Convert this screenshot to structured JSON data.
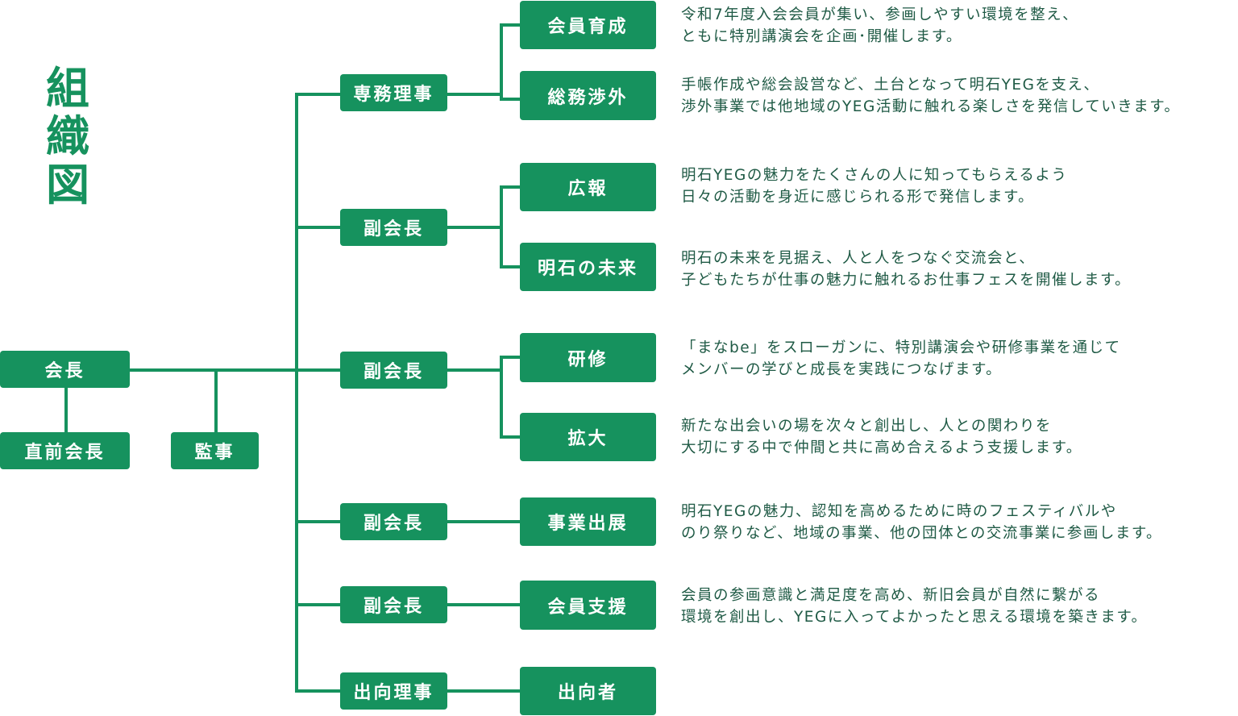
{
  "title": [
    "組",
    "織",
    "図"
  ],
  "top": {
    "president": "会長",
    "past_president": "直前会長",
    "auditor": "監事"
  },
  "branches": [
    {
      "officer": "専務理事",
      "committees": [
        {
          "name": "会員育成",
          "description": [
            "令和7年度入会会員が集い、参画しやすい環境を整え、",
            "ともに特別講演会を企画･開催します。"
          ]
        },
        {
          "name": "総務渉外",
          "description": [
            "手帳作成や総会設営など、土台となって明石YEGを支え、",
            "渉外事業では他地域のYEG活動に触れる楽しさを発信していきます。"
          ]
        }
      ]
    },
    {
      "officer": "副会長",
      "committees": [
        {
          "name": "広報",
          "description": [
            "明石YEGの魅力をたくさんの人に知ってもらえるよう",
            "日々の活動を身近に感じられる形で発信します。"
          ]
        },
        {
          "name": "明石の未来",
          "description": [
            "明石の未来を見据え、人と人をつなぐ交流会と、",
            "子どもたちが仕事の魅力に触れるお仕事フェスを開催します。"
          ]
        }
      ]
    },
    {
      "officer": "副会長",
      "committees": [
        {
          "name": "研修",
          "description": [
            "「まなbe」をスローガンに、特別講演会や研修事業を通じて",
            "メンバーの学びと成長を実践につなげます。"
          ]
        },
        {
          "name": "拡大",
          "description": [
            "新たな出会いの場を次々と創出し、人との関わりを",
            "大切にする中で仲間と共に高め合えるよう支援します。"
          ]
        }
      ]
    },
    {
      "officer": "副会長",
      "committees": [
        {
          "name": "事業出展",
          "description": [
            "明石YEGの魅力、認知を高めるために時のフェスティバルや",
            "のり祭りなど、地域の事業、他の団体との交流事業に参画します。"
          ]
        }
      ]
    },
    {
      "officer": "副会長",
      "committees": [
        {
          "name": "会員支援",
          "description": [
            "会員の参画意識と満足度を高め、新旧会員が自然に繋がる",
            "環境を創出し、YEGに入ってよかったと思える環境を築きます。"
          ]
        }
      ]
    },
    {
      "officer": "出向理事",
      "committees": [
        {
          "name": "出向者",
          "description": []
        }
      ]
    }
  ]
}
